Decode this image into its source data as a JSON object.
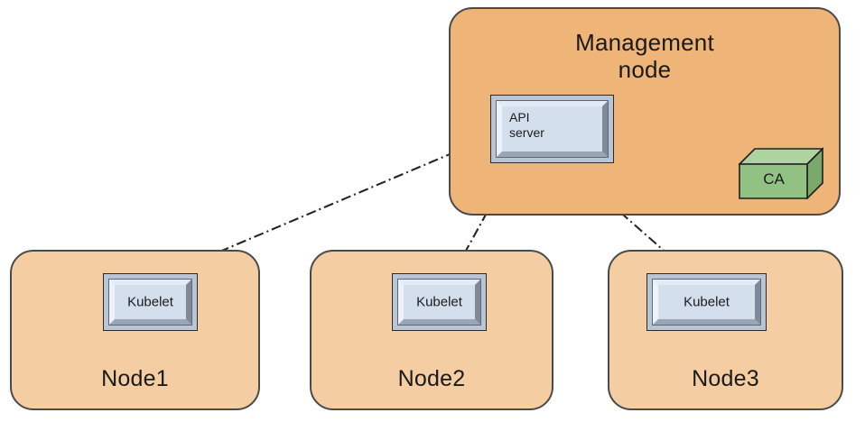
{
  "diagram": {
    "type": "architecture-diagram",
    "background": "#ffffff",
    "palette": {
      "management_fill": "#eeb478",
      "worker_fill": "#f4cda2",
      "region_stroke": "#4a4a4a",
      "plate_fill": "#d4dfee",
      "plate_frame": "#b9c4d4",
      "ca_front": "#91c183",
      "ca_top": "#aed3a0",
      "ca_side": "#7aa96c",
      "connector_stroke": "#262626"
    },
    "management_node": {
      "title": "Management\nnode",
      "title_line1": "Management",
      "title_line2": "node",
      "api_server": {
        "label_line1": "API",
        "label_line2": "server"
      },
      "ca": {
        "label": "CA"
      }
    },
    "worker_nodes": [
      {
        "title": "Node1",
        "component": "Kubelet"
      },
      {
        "title": "Node2",
        "component": "Kubelet"
      },
      {
        "title": "Node3",
        "component": "Kubelet"
      }
    ],
    "connectors": [
      {
        "from": "api-server",
        "to": "node1-kubelet",
        "style": "dash-dot",
        "arrows": "both"
      },
      {
        "from": "api-server",
        "to": "node2-kubelet",
        "style": "dash-dot",
        "arrows": "both"
      },
      {
        "from": "api-server",
        "to": "node3-kubelet",
        "style": "dash-dot",
        "arrows": "both"
      },
      {
        "from": "api-server",
        "to": "ca",
        "style": "dash-dot",
        "arrows": "both"
      }
    ]
  }
}
